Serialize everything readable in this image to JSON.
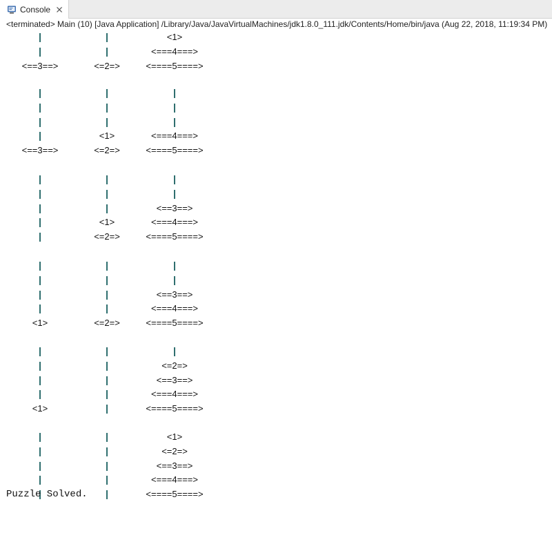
{
  "console": {
    "tab_label": "Console",
    "tab_icon": "console-monitor-icon",
    "close_icon": "close-icon",
    "status_line": "<terminated> Main (10) [Java Application] /Library/Java/JavaVirtualMachines/jdk1.8.0_111.jdk/Contents/Home/bin/java (Aug 22, 2018, 11:19:34 PM)",
    "colors": {
      "pole": "#2e6e6e",
      "text": "#111111",
      "tab_bar": "#ececec"
    }
  },
  "frames": [
    [
      [
        "|",
        "|",
        "<1>"
      ],
      [
        "|",
        "|",
        "<===4===>"
      ],
      [
        "<==3==>",
        "<=2=>",
        "<====5====>"
      ]
    ],
    [
      [
        "|",
        "|",
        "|"
      ],
      [
        "|",
        "|",
        "|"
      ],
      [
        "|",
        "|",
        "|"
      ],
      [
        "|",
        "<1>",
        "<===4===>"
      ],
      [
        "<==3==>",
        "<=2=>",
        "<====5====>"
      ]
    ],
    [
      [
        "|",
        "|",
        "|"
      ],
      [
        "|",
        "|",
        "|"
      ],
      [
        "|",
        "|",
        "<==3==>"
      ],
      [
        "|",
        "<1>",
        "<===4===>"
      ],
      [
        "|",
        "<=2=>",
        "<====5====>"
      ]
    ],
    [
      [
        "|",
        "|",
        "|"
      ],
      [
        "|",
        "|",
        "|"
      ],
      [
        "|",
        "|",
        "<==3==>"
      ],
      [
        "|",
        "|",
        "<===4===>"
      ],
      [
        "<1>",
        "<=2=>",
        "<====5====>"
      ]
    ],
    [
      [
        "|",
        "|",
        "|"
      ],
      [
        "|",
        "|",
        "<=2=>"
      ],
      [
        "|",
        "|",
        "<==3==>"
      ],
      [
        "|",
        "|",
        "<===4===>"
      ],
      [
        "<1>",
        "|",
        "<====5====>"
      ]
    ],
    [
      [
        "|",
        "|",
        "<1>"
      ],
      [
        "|",
        "|",
        "<=2=>"
      ],
      [
        "|",
        "|",
        "<==3==>"
      ],
      [
        "|",
        "|",
        "<===4===>"
      ],
      [
        "|",
        "|",
        "<====5====>"
      ]
    ]
  ],
  "final_message": "Puzzle Solved."
}
